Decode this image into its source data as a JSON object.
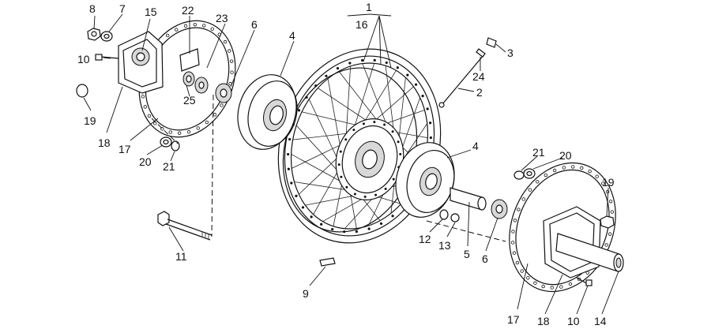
{
  "labels": [
    {
      "id": "8",
      "text": "8"
    },
    {
      "id": "7",
      "text": "7"
    },
    {
      "id": "15",
      "text": "15"
    },
    {
      "id": "22",
      "text": "22"
    },
    {
      "id": "23",
      "text": "23"
    },
    {
      "id": "6a",
      "text": "6"
    },
    {
      "id": "4a",
      "text": "4"
    },
    {
      "id": "1",
      "text": "1"
    },
    {
      "id": "16",
      "text": "16"
    },
    {
      "id": "3",
      "text": "3"
    },
    {
      "id": "10a",
      "text": "10"
    },
    {
      "id": "24",
      "text": "24"
    },
    {
      "id": "2",
      "text": "2"
    },
    {
      "id": "25",
      "text": "25"
    },
    {
      "id": "19a",
      "text": "19"
    },
    {
      "id": "18a",
      "text": "18"
    },
    {
      "id": "17a",
      "text": "17"
    },
    {
      "id": "20a",
      "text": "20"
    },
    {
      "id": "21a",
      "text": "21"
    },
    {
      "id": "4b",
      "text": "4"
    },
    {
      "id": "21b",
      "text": "21"
    },
    {
      "id": "20b",
      "text": "20"
    },
    {
      "id": "19b",
      "text": "19"
    },
    {
      "id": "11",
      "text": "11"
    },
    {
      "id": "12",
      "text": "12"
    },
    {
      "id": "13",
      "text": "13"
    },
    {
      "id": "5",
      "text": "5"
    },
    {
      "id": "6b",
      "text": "6"
    },
    {
      "id": "9",
      "text": "9"
    },
    {
      "id": "17b",
      "text": "17"
    },
    {
      "id": "18b",
      "text": "18"
    },
    {
      "id": "10b",
      "text": "10"
    },
    {
      "id": "14",
      "text": "14"
    }
  ]
}
